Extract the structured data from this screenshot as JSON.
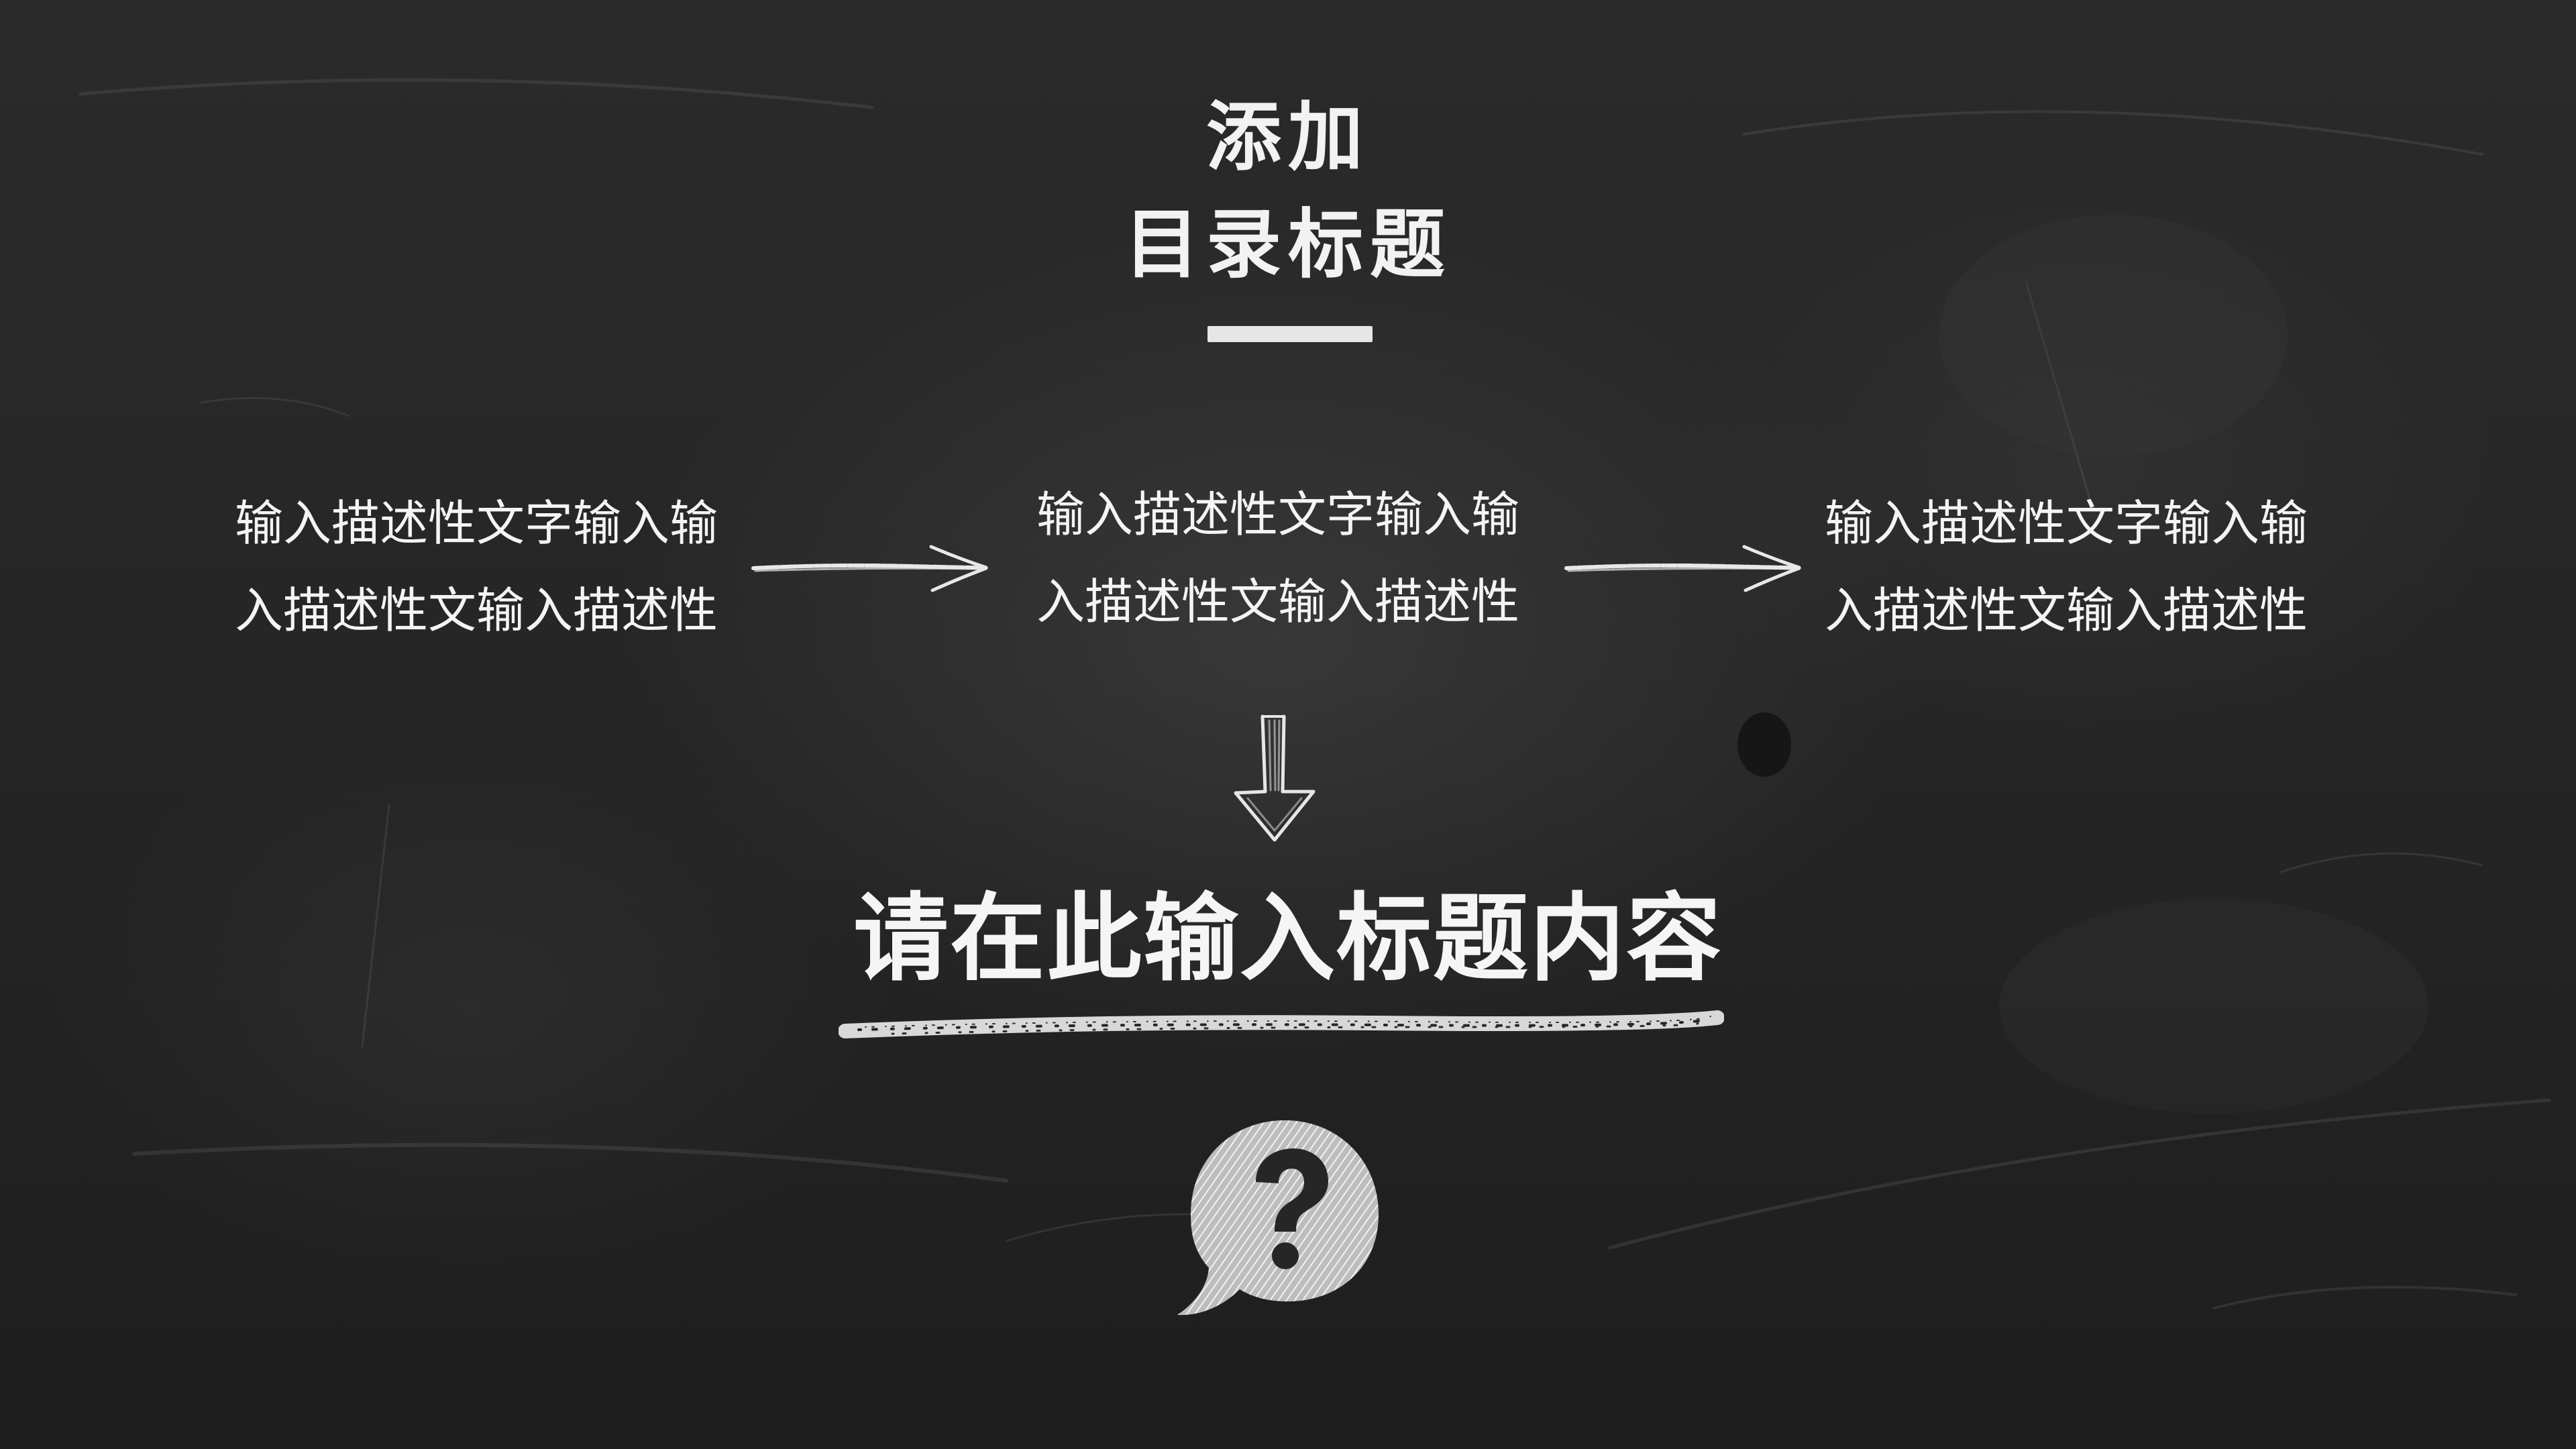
{
  "slide": {
    "title_line1": "添加",
    "title_line2": "目录标题",
    "descriptions": [
      {
        "line1": "输入描述性文字输入输",
        "line2": "入描述性文输入描述性"
      },
      {
        "line1": "输入描述性文字输入输",
        "line2": "入描述性文输入描述性"
      },
      {
        "line1": "输入描述性文字输入输",
        "line2": "入描述性文输入描述性"
      }
    ],
    "headline": "请在此输入标题内容"
  },
  "icons": {
    "arrow_right": "chalk-arrow-right-icon",
    "arrow_down": "chalk-arrow-down-icon",
    "question": "question-speech-bubble-icon"
  },
  "colors": {
    "background": "#262626",
    "chalk": "#f2f2f2"
  }
}
